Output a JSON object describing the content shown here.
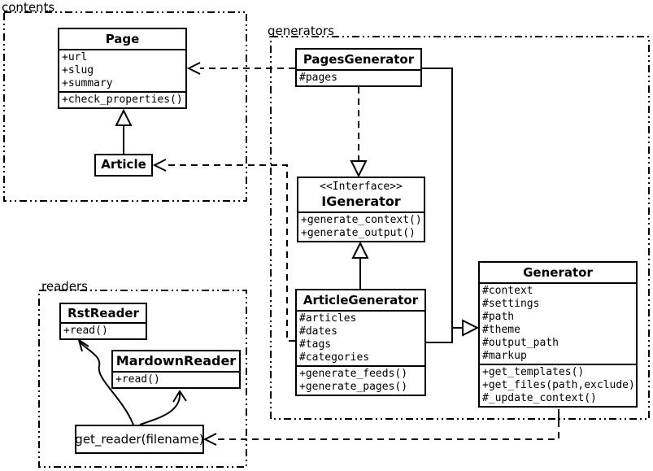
{
  "diagram_type": "uml-class-diagram",
  "colors": {
    "line": "#000000",
    "background": "#ffffff",
    "text": "#000000"
  },
  "packages": {
    "contents": {
      "label": "contents"
    },
    "generators": {
      "label": "generators"
    },
    "readers": {
      "label": "readers"
    }
  },
  "classes": {
    "page": {
      "title": "Page",
      "attributes": [
        "+url",
        "+slug",
        "+summary"
      ],
      "methods": [
        "+check_properties()"
      ]
    },
    "article": {
      "title": "Article"
    },
    "pages_generator": {
      "title": "PagesGenerator",
      "attributes": [
        "#pages"
      ]
    },
    "igenerator": {
      "stereotype": "<<Interface>>",
      "title": "IGenerator",
      "methods": [
        "+generate_context()",
        "+generate_output()"
      ]
    },
    "article_generator": {
      "title": "ArticleGenerator",
      "attributes": [
        "#articles",
        "#dates",
        "#tags",
        "#categories"
      ],
      "methods": [
        "+generate_feeds()",
        "+generate_pages()"
      ]
    },
    "generator": {
      "title": "Generator",
      "attributes": [
        "#context",
        "#settings",
        "#path",
        "#theme",
        "#output_path",
        "#markup"
      ],
      "methods": [
        "+get_templates()",
        "+get_files(path,exclude)",
        "#_update_context()"
      ]
    },
    "rst_reader": {
      "title": "RstReader",
      "methods": [
        "+read()"
      ]
    },
    "mardown_reader": {
      "title": "MardownReader",
      "methods": [
        "+read()"
      ]
    },
    "get_reader": {
      "label": "get_reader(filename)"
    }
  },
  "relationships": [
    {
      "from": "Article",
      "to": "Page",
      "type": "inheritance-solid-hollow-triangle"
    },
    {
      "from": "PagesGenerator",
      "to": "Page",
      "type": "dependency-dashed-open-arrow"
    },
    {
      "from": "ArticleGenerator",
      "to": "Article",
      "type": "dependency-dashed-open-arrow"
    },
    {
      "from": "PagesGenerator",
      "to": "IGenerator",
      "type": "realization-dashed-hollow-triangle"
    },
    {
      "from": "ArticleGenerator",
      "to": "IGenerator",
      "type": "inheritance-solid-hollow-triangle"
    },
    {
      "from": "PagesGenerator",
      "to": "Generator",
      "type": "inheritance-solid-hollow-triangle"
    },
    {
      "from": "ArticleGenerator",
      "to": "Generator",
      "type": "inheritance-solid-hollow-triangle"
    },
    {
      "from": "Generator",
      "to": "get_reader(filename)",
      "type": "dependency-dashed-open-arrow"
    },
    {
      "from": "get_reader(filename)",
      "to": "RstReader",
      "type": "curved-open-arrow"
    },
    {
      "from": "get_reader(filename)",
      "to": "MardownReader",
      "type": "curved-open-arrow"
    }
  ]
}
